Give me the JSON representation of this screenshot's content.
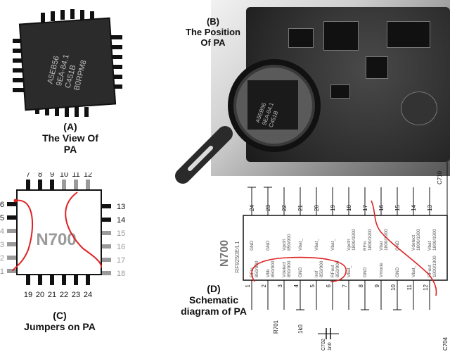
{
  "captions": {
    "a_letter": "(A)",
    "a_text": "The View Of PA",
    "b_letter": "(B)",
    "b_text": "The Position Of PA",
    "c_letter": "(C)",
    "c_text": "Jumpers on PA",
    "d_letter": "(D)",
    "d_text": "Schematic diagram of PA"
  },
  "chip_a_marking": [
    "A5EB56",
    "9EA-84.1",
    "C451B",
    "B0RPM8"
  ],
  "jumper_chip": {
    "label": "N700",
    "pins_top": [
      "7",
      "8",
      "9",
      "10",
      "11",
      "12"
    ],
    "pins_bottom": [
      "19",
      "20",
      "21",
      "22",
      "23",
      "24"
    ],
    "pins_left": [
      "6",
      "5",
      "4",
      "3",
      "2",
      "1"
    ],
    "pins_right": [
      "13",
      "14",
      "15",
      "16",
      "17",
      "18"
    ]
  },
  "schematic": {
    "ref": "N700",
    "part": "RF9250E4.1",
    "top_pins": [
      {
        "num": "24",
        "name": "GND"
      },
      {
        "num": "23",
        "name": "GND"
      },
      {
        "num": "22",
        "name": "Vpctrl 850/900"
      },
      {
        "num": "21",
        "name": "Vbat_"
      },
      {
        "num": "20",
        "name": "Vbat_"
      },
      {
        "num": "19",
        "name": "Vbat_"
      },
      {
        "num": "18",
        "name": "Vpctrl 1800/1900"
      },
      {
        "num": "17",
        "name": "RFin 1800/1900"
      },
      {
        "num": "16",
        "name": "Vbat 1800/1900"
      },
      {
        "num": "15",
        "name": "GND"
      },
      {
        "num": "14",
        "name": "Vdetect 1800/1900"
      },
      {
        "num": "13",
        "name": "Vbat 1800/1900"
      }
    ],
    "bottom_pins": [
      {
        "num": "1",
        "name": "RFin 850/900"
      },
      {
        "num": "2",
        "name": "Vbb 850/900"
      },
      {
        "num": "3",
        "name": "Vdetect 850/900"
      },
      {
        "num": "4",
        "name": "GND"
      },
      {
        "num": "5",
        "name": "Iref 850/900"
      },
      {
        "num": "6",
        "name": "RFout 850/900"
      },
      {
        "num": "7",
        "name": "Vbat_"
      },
      {
        "num": "8",
        "name": "GND"
      },
      {
        "num": "9",
        "name": "Vmode"
      },
      {
        "num": "10",
        "name": "GND"
      },
      {
        "num": "11",
        "name": "Vbat_"
      },
      {
        "num": "12",
        "name": "RFout 1800/1900"
      }
    ],
    "components": {
      "r701": "R701",
      "r_value": "1k0",
      "c702": "C702",
      "c702_value": "1n0",
      "c710": "C710",
      "c704": "C704"
    }
  }
}
